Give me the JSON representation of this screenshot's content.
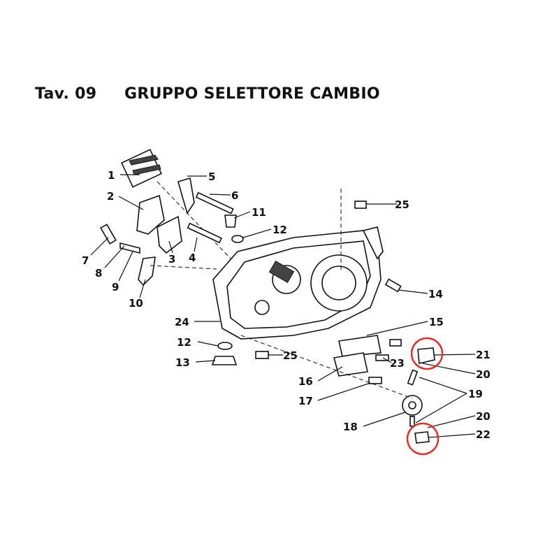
{
  "title": {
    "table_number": "Tav. 09",
    "name": "GRUPPO SELETTORE CAMBIO"
  },
  "diagram": {
    "callouts": [
      {
        "id": "c1",
        "label": "1"
      },
      {
        "id": "c5",
        "label": "5"
      },
      {
        "id": "c2",
        "label": "2"
      },
      {
        "id": "c6",
        "label": "6"
      },
      {
        "id": "c11",
        "label": "11"
      },
      {
        "id": "c12a",
        "label": "12"
      },
      {
        "id": "c25a",
        "label": "25"
      },
      {
        "id": "c7",
        "label": "7"
      },
      {
        "id": "c3",
        "label": "3"
      },
      {
        "id": "c4",
        "label": "4"
      },
      {
        "id": "c8",
        "label": "8"
      },
      {
        "id": "c9",
        "label": "9"
      },
      {
        "id": "c10",
        "label": "10"
      },
      {
        "id": "c14",
        "label": "14"
      },
      {
        "id": "c24",
        "label": "24"
      },
      {
        "id": "c15",
        "label": "15"
      },
      {
        "id": "c12b",
        "label": "12"
      },
      {
        "id": "c25b",
        "label": "25"
      },
      {
        "id": "c21",
        "label": "21"
      },
      {
        "id": "c13",
        "label": "13"
      },
      {
        "id": "c23",
        "label": "23"
      },
      {
        "id": "c20a",
        "label": "20"
      },
      {
        "id": "c16",
        "label": "16"
      },
      {
        "id": "c19",
        "label": "19"
      },
      {
        "id": "c17",
        "label": "17"
      },
      {
        "id": "c20b",
        "label": "20"
      },
      {
        "id": "c18",
        "label": "18"
      },
      {
        "id": "c22",
        "label": "22"
      }
    ],
    "highlight_color": "#e0302a"
  }
}
